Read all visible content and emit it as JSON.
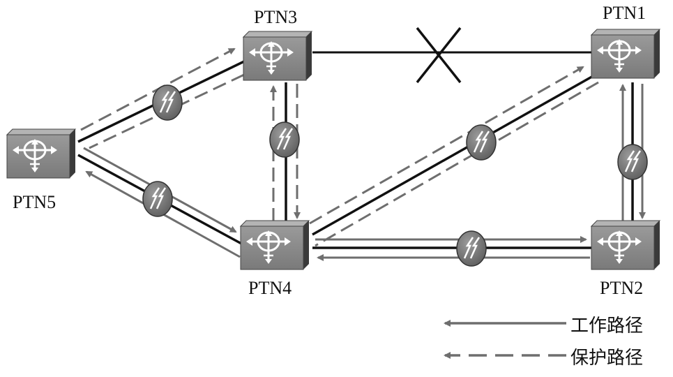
{
  "nodes": {
    "ptn1": "PTN1",
    "ptn2": "PTN2",
    "ptn3": "PTN3",
    "ptn4": "PTN4",
    "ptn5": "PTN5"
  },
  "legend": {
    "working_path": "工作路径",
    "protection_path": "保护路径"
  },
  "colors": {
    "working_line": "#111111",
    "path_arrow": "#6e6e6e",
    "router_body": "#8a8a8a",
    "failure_mark": "#111111"
  },
  "icons": [
    "router-icon",
    "fiber-link-icon",
    "link-failure-icon"
  ]
}
